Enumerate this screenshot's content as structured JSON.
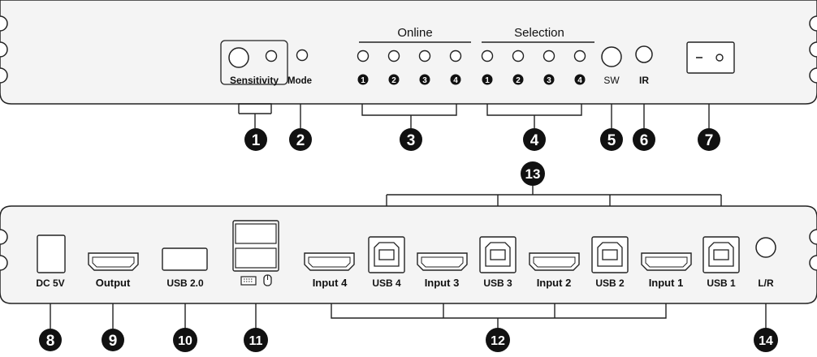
{
  "front_panel": {
    "label_sensitivity": "Sensitivity",
    "label_mode": "Mode",
    "label_online": "Online",
    "label_selection": "Selection",
    "label_sw": "SW",
    "label_ir": "IR",
    "online_leds": [
      "1",
      "2",
      "3",
      "4"
    ],
    "selection_leds": [
      "1",
      "2",
      "3",
      "4"
    ]
  },
  "rear_panel": {
    "label_dc": "DC 5V",
    "label_output": "Output",
    "label_usb20": "USB 2.0",
    "label_input4": "Input 4",
    "label_usb4": "USB 4",
    "label_input3": "Input 3",
    "label_usb3": "USB 3",
    "label_input2": "Input 2",
    "label_usb2": "USB 2",
    "label_input1": "Input 1",
    "label_usb1": "USB 1",
    "label_lr": "L/R",
    "keyboard_mouse_icons": [
      "keyboard-icon",
      "mouse-icon"
    ]
  },
  "callouts": [
    "1",
    "2",
    "3",
    "4",
    "5",
    "6",
    "7",
    "8",
    "9",
    "10",
    "11",
    "12",
    "13",
    "14"
  ]
}
